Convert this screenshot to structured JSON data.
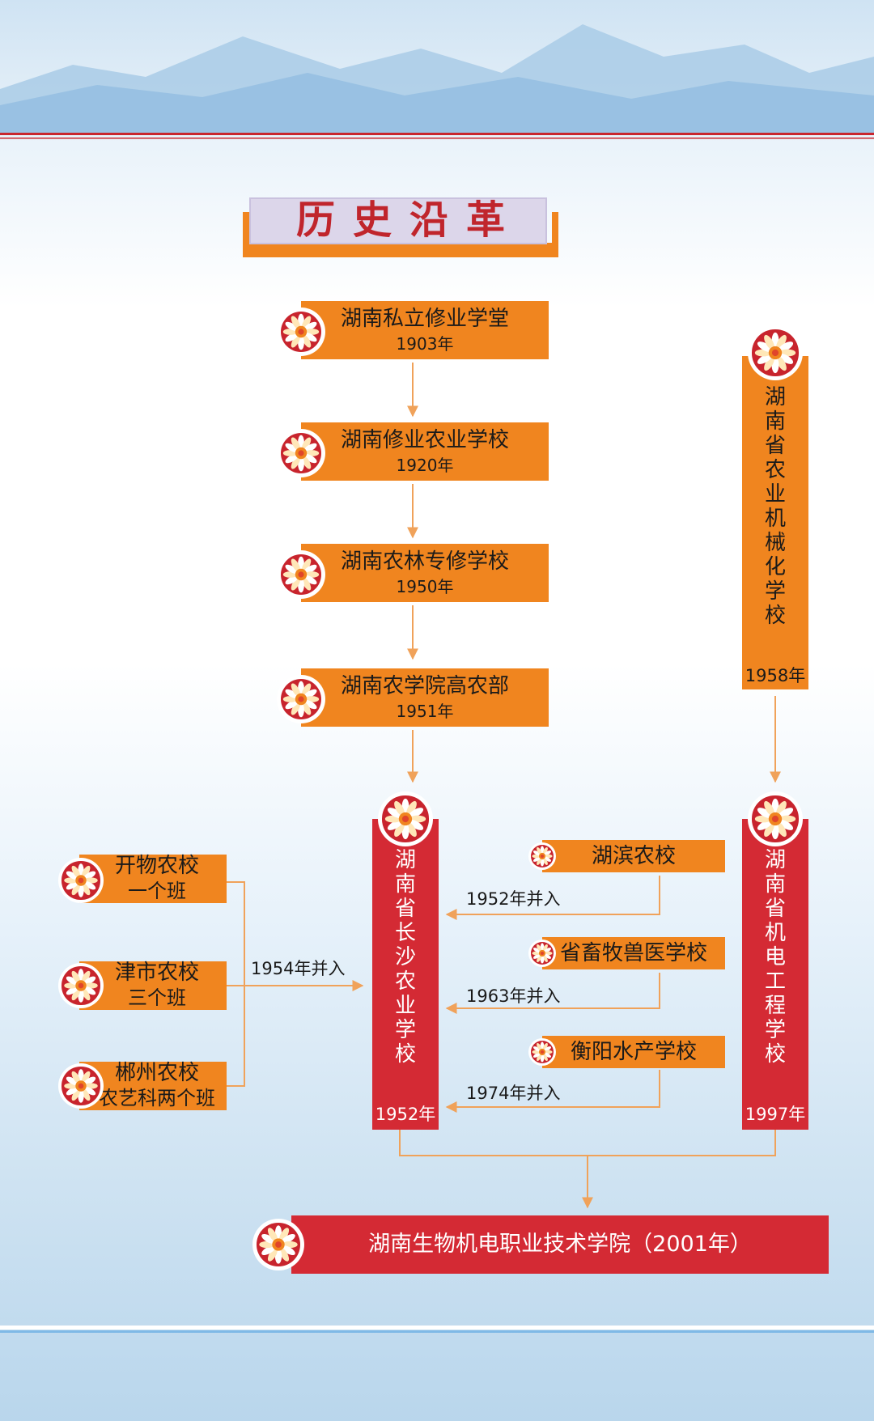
{
  "title": "历史沿革",
  "colors": {
    "orange": "#f0851f",
    "red": "#d42a34",
    "arrow": "#f0a25a"
  },
  "icons": {
    "medallion": "flower-medallion-icon"
  },
  "main_chain": [
    {
      "name": "湖南私立修业学堂",
      "year": "1903年"
    },
    {
      "name": "湖南修业农业学校",
      "year": "1920年"
    },
    {
      "name": "湖南农林专修学校",
      "year": "1950年"
    },
    {
      "name": "湖南农学院高农部",
      "year": "1951年"
    }
  ],
  "mech_school": {
    "name": "湖南省农业机械化学校",
    "year": "1958年"
  },
  "changsha_school": {
    "name": "湖南省长沙农业学校",
    "year": "1952年"
  },
  "electro_school": {
    "name": "湖南省机电工程学校",
    "year": "1997年"
  },
  "left_merges": [
    {
      "line1": "开物农校",
      "line2": "一个班"
    },
    {
      "line1": "津市农校",
      "line2": "三个班"
    },
    {
      "line1": "郴州农校",
      "line2": "农艺科两个班"
    }
  ],
  "left_merge_label": "1954年并入",
  "right_merges": [
    {
      "name": "湖滨农校",
      "label": "1952年并入"
    },
    {
      "name": "省畜牧兽医学校",
      "label": "1963年并入"
    },
    {
      "name": "衡阳水产学校",
      "label": "1974年并入"
    }
  ],
  "final": {
    "name": "湖南生物机电职业技术学院（2001年）"
  }
}
